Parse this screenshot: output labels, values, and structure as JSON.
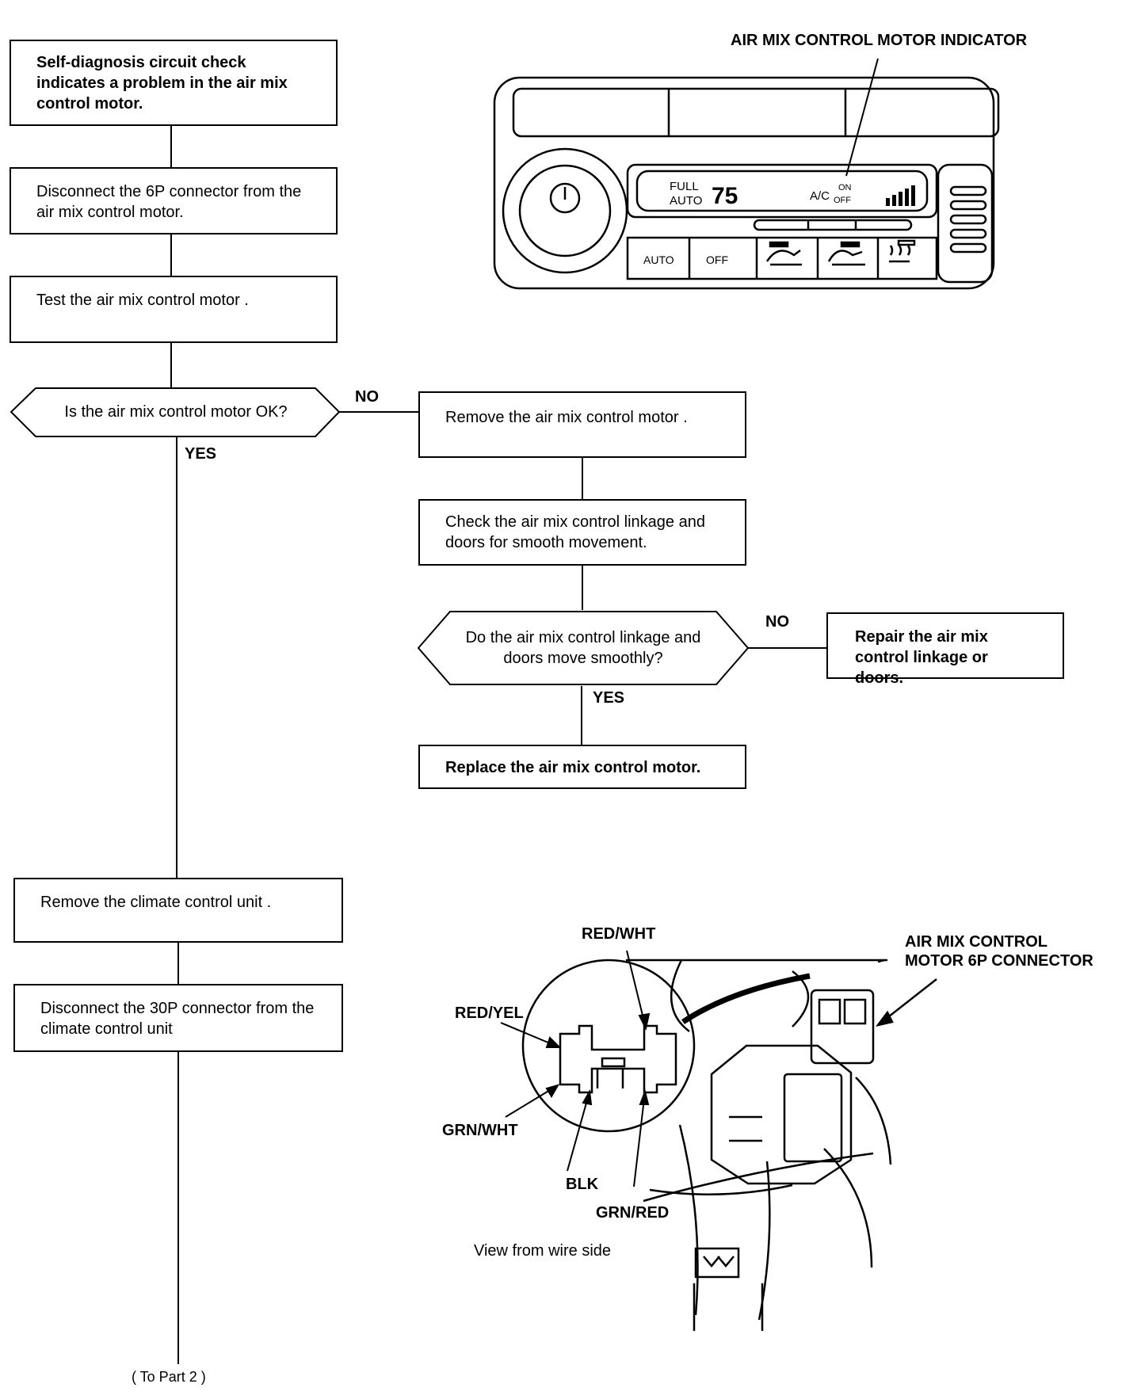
{
  "flow": {
    "step1": "Self-diagnosis circuit check indicates a problem in the air mix control motor.",
    "step2": "Disconnect the 6P connector from the air mix control motor.",
    "step3": "Test the air mix control motor .",
    "decision1": "Is the air mix control motor OK?",
    "decision1_no": "NO",
    "decision1_yes": "YES",
    "step4": "Remove the air mix control motor .",
    "step5": "Check the air mix control linkage and doors for smooth movement.",
    "decision2": "Do the air mix control linkage and doors move smoothly?",
    "decision2_no": "NO",
    "decision2_yes": "YES",
    "step6": "Repair the air mix control linkage or doors.",
    "step7": "Replace the air mix control motor.",
    "step8": "Remove the climate control unit .",
    "step9": "Disconnect the 30P connector from the climate control unit",
    "footer": "( To Part 2 )"
  },
  "panel": {
    "indicator_label": "AIR MIX CONTROL MOTOR INDICATOR",
    "display_full": "FULL",
    "display_auto": "AUTO",
    "display_temp": "75",
    "display_ac": "A/C",
    "display_on": "ON",
    "display_off": "OFF",
    "btn_auto": "AUTO",
    "btn_off": "OFF"
  },
  "connector": {
    "label_line1": "AIR MIX CONTROL",
    "label_line2": "MOTOR 6P CONNECTOR",
    "red_wht": "RED/WHT",
    "red_yel": "RED/YEL",
    "grn_wht": "GRN/WHT",
    "blk": "BLK",
    "grn_red": "GRN/RED",
    "view_caption": "View from wire side"
  }
}
